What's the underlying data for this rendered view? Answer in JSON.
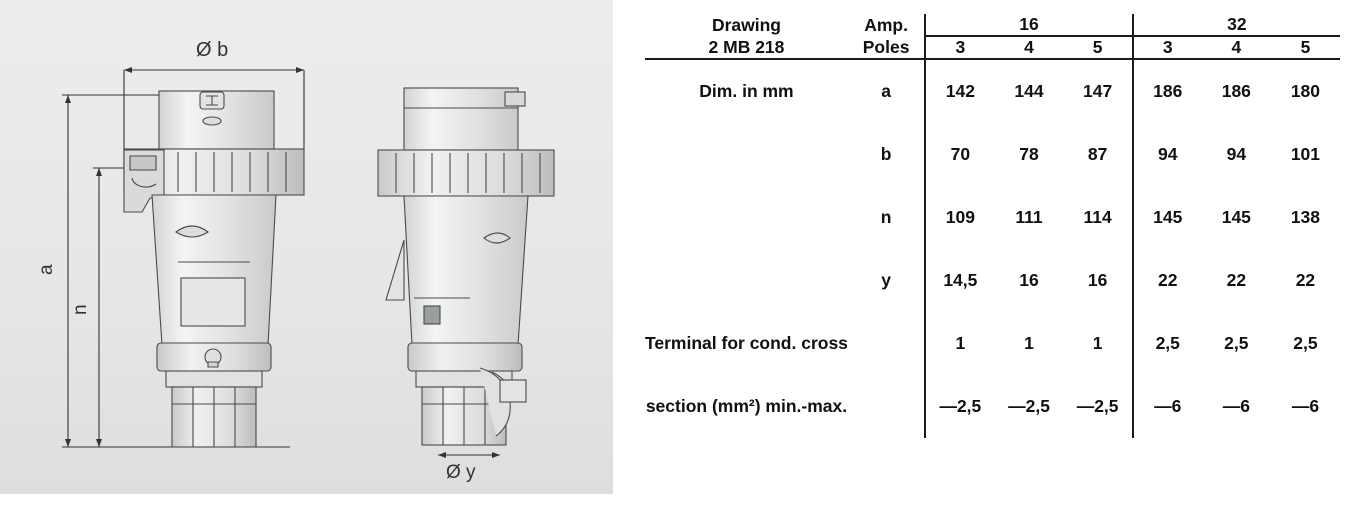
{
  "drawing": {
    "panel_name": "technical-drawing-panel",
    "dimension_labels": {
      "diameter_b": "Ø b",
      "diameter_y": "Ø y",
      "height_a": "a",
      "height_n": "n"
    }
  },
  "table": {
    "title_line1": "Drawing",
    "title_line2": "2 MB 218",
    "amp_label": "Amp.",
    "poles_label": "Poles",
    "amp_groups": [
      {
        "rating": "16",
        "poles": [
          "3",
          "4",
          "5"
        ]
      },
      {
        "rating": "32",
        "poles": [
          "3",
          "4",
          "5"
        ]
      }
    ],
    "rows": [
      {
        "label": "Dim. in mm",
        "sub": "a",
        "values": [
          "142",
          "144",
          "147",
          "186",
          "186",
          "180"
        ]
      },
      {
        "label": "",
        "sub": "b",
        "values": [
          "70",
          "78",
          "87",
          "94",
          "94",
          "101"
        ]
      },
      {
        "label": "",
        "sub": "n",
        "values": [
          "109",
          "111",
          "114",
          "145",
          "145",
          "138"
        ]
      },
      {
        "label": "",
        "sub": "y",
        "values": [
          "14,5",
          "16",
          "16",
          "22",
          "22",
          "22"
        ]
      },
      {
        "label": "Terminal for cond. cross",
        "sub": "",
        "values": [
          "1",
          "1",
          "1",
          "2,5",
          "2,5",
          "2,5"
        ]
      },
      {
        "label": "section (mm²) min.-max.",
        "sub": "",
        "values": [
          "—2,5",
          "—2,5",
          "—2,5",
          "—6",
          "—6",
          "—6"
        ]
      }
    ]
  },
  "colors": {
    "panel_bg": "#e8e9e9",
    "line": "#1a1a1a",
    "drawing_stroke": "#4a4a4a"
  }
}
